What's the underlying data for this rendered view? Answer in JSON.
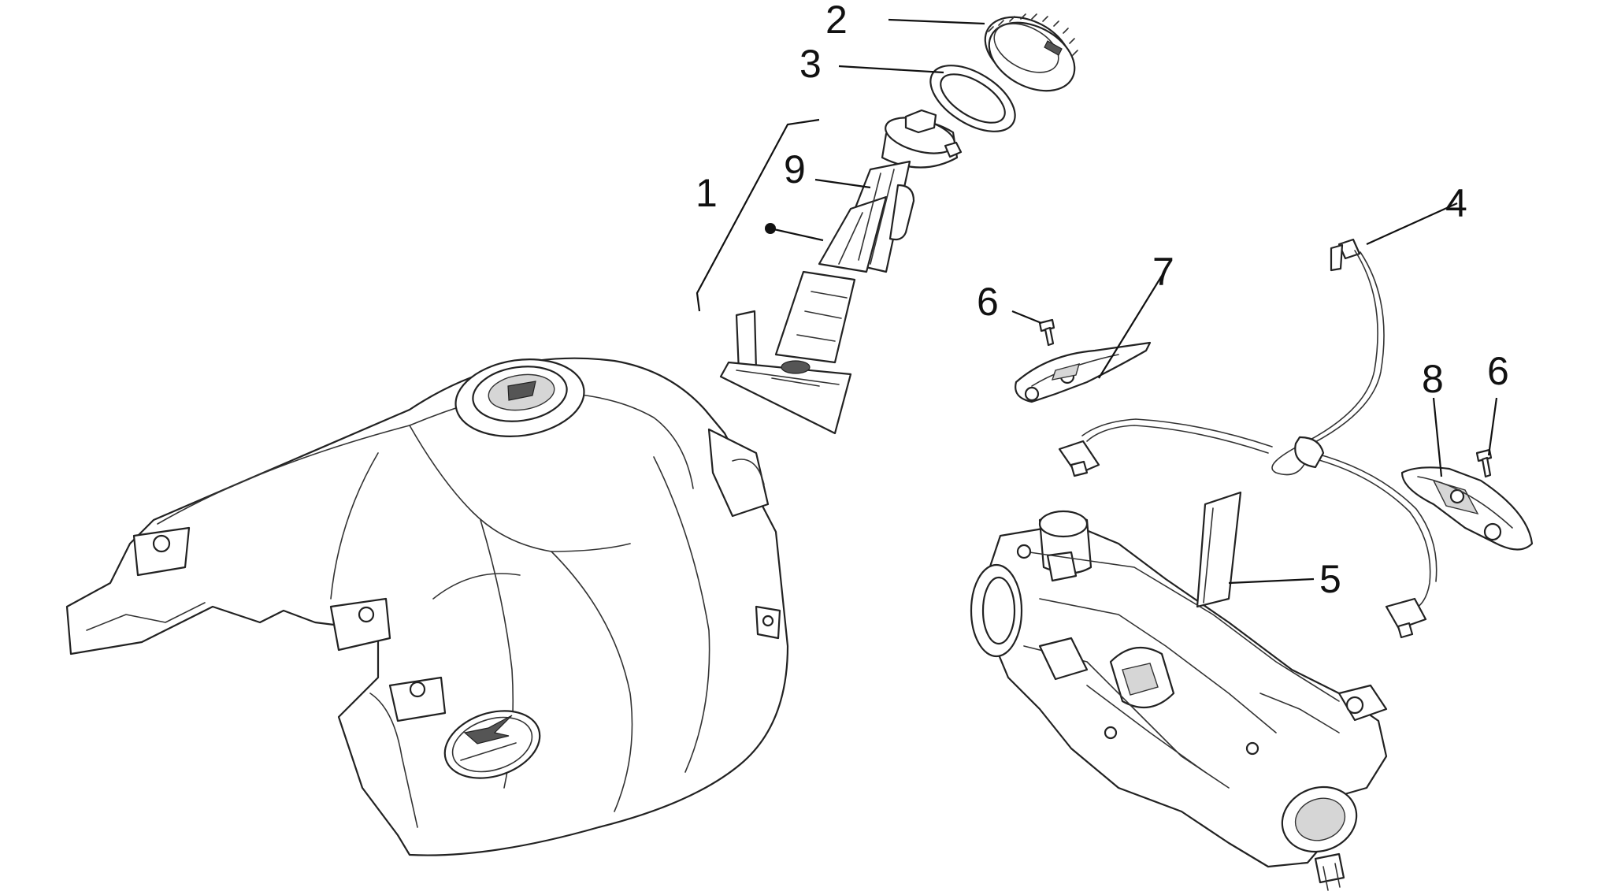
{
  "callouts": [
    {
      "id": "c1",
      "label": "1"
    },
    {
      "id": "c2",
      "label": "2"
    },
    {
      "id": "c3",
      "label": "3"
    },
    {
      "id": "c4",
      "label": "4"
    },
    {
      "id": "c5",
      "label": "5"
    },
    {
      "id": "c6a",
      "label": "6"
    },
    {
      "id": "c6b",
      "label": "6"
    },
    {
      "id": "c7",
      "label": "7"
    },
    {
      "id": "c8",
      "label": "8"
    },
    {
      "id": "c9",
      "label": "9"
    }
  ],
  "colors": {
    "line": "#222222",
    "background": "#ffffff",
    "shade": "#d6d6d6"
  },
  "icons": [
    "fuel-tank-icon",
    "fuel-pump-icon",
    "ring-nut-icon",
    "gasket-icon",
    "fuel-hose-icon",
    "throttle-body-icon",
    "screw-icon",
    "bracket-icon",
    "logo-emblem-icon"
  ]
}
